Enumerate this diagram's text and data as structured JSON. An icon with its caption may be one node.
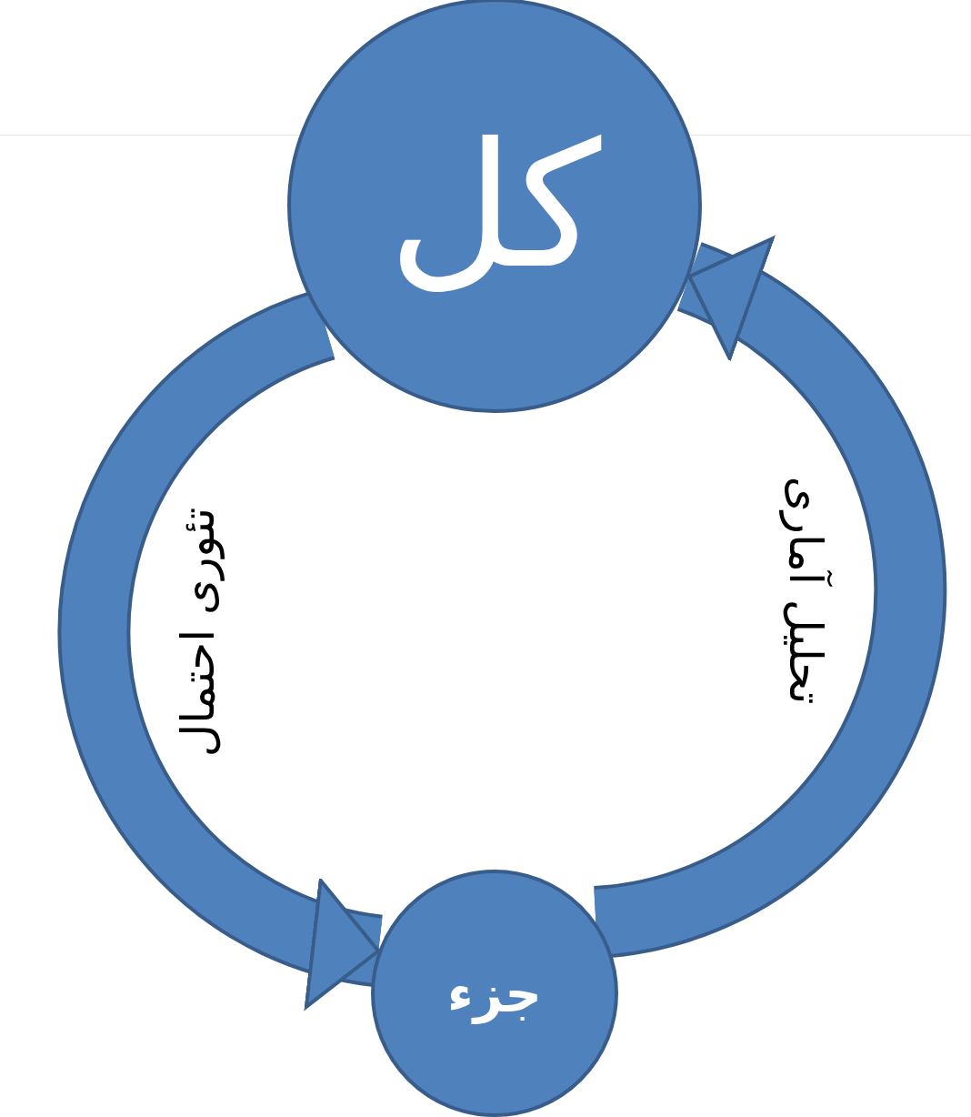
{
  "diagram": {
    "nodes": [
      {
        "text": [
          "کل"
        ]
      },
      {
        "text": [
          "جزء"
        ]
      }
    ],
    "edges": [
      {
        "from": 0,
        "to": 1,
        "arrow": "to",
        "label": "تئوری احتمال"
      },
      {
        "from": 1,
        "to": 0,
        "arrow": "to",
        "label": "تحلیل آماری"
      }
    ]
  }
}
